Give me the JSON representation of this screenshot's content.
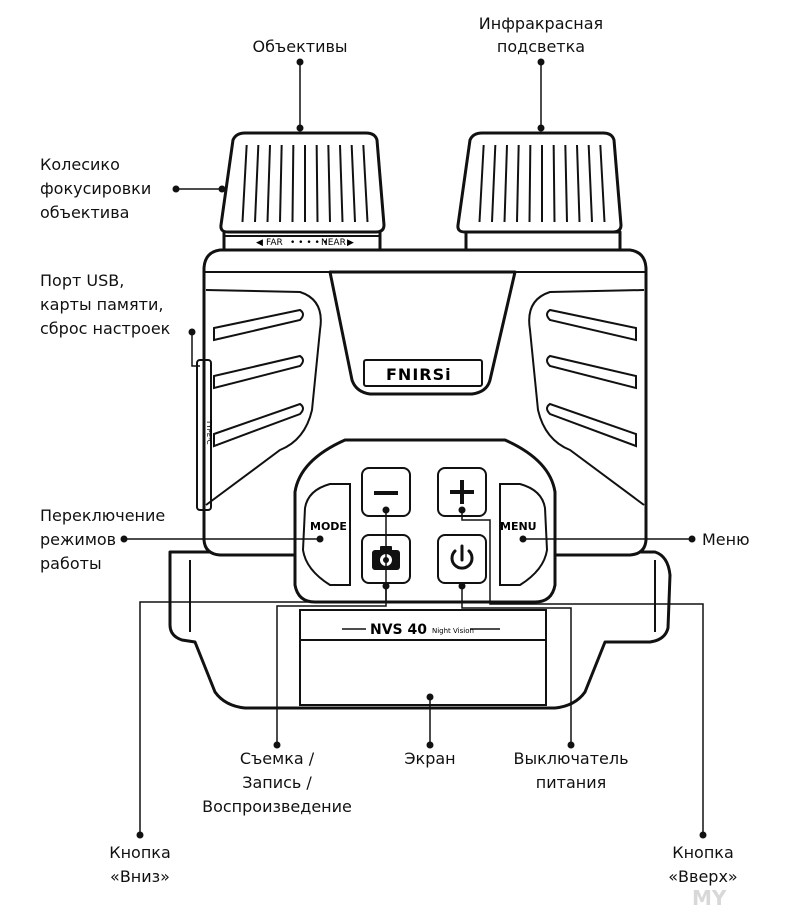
{
  "labels": {
    "lenses": "Объективы",
    "ir_line1": "Инфракрасная",
    "ir_line2": "подсветка",
    "focus_line1": "Колесико",
    "focus_line2": "фокусировки",
    "focus_line3": "объектива",
    "usb_line1": "Порт USB,",
    "usb_line2": "карты памяти,",
    "usb_line3": "сброс настроек",
    "mode_line1": "Переключение",
    "mode_line2": "режимов",
    "mode_line3": "работы",
    "menu": "Меню",
    "shoot_line1": "Съемка /",
    "shoot_line2": "Запись /",
    "shoot_line3": "Воспроизведение",
    "screen": "Экран",
    "power_line1": "Выключатель",
    "power_line2": "питания",
    "down_line1": "Кнопка",
    "down_line2": "«Вниз»",
    "up_line1": "Кнопка",
    "up_line2": "«Вверх»"
  },
  "device": {
    "brand": "FNIRSi",
    "model": "NVS 40",
    "model_sub": "Night Vision",
    "focus_far": "FAR",
    "focus_near": "NEAR",
    "button_mode": "MODE",
    "button_menu": "MENU",
    "button_minus": "−",
    "button_plus": "+",
    "port_label": "TYPE-C"
  },
  "watermark": "MY"
}
